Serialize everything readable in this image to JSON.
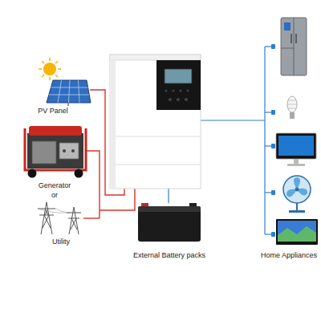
{
  "diagram": {
    "nodes": [
      {
        "text": [
          "PV Panel"
        ]
      },
      {
        "text": [
          "Generator"
        ]
      },
      {
        "text": [
          "Utility"
        ]
      },
      {
        "text": [
          "External Battery packs"
        ]
      },
      {
        "text": [
          "Home Appliances"
        ]
      }
    ],
    "labels": [
      "or"
    ]
  }
}
